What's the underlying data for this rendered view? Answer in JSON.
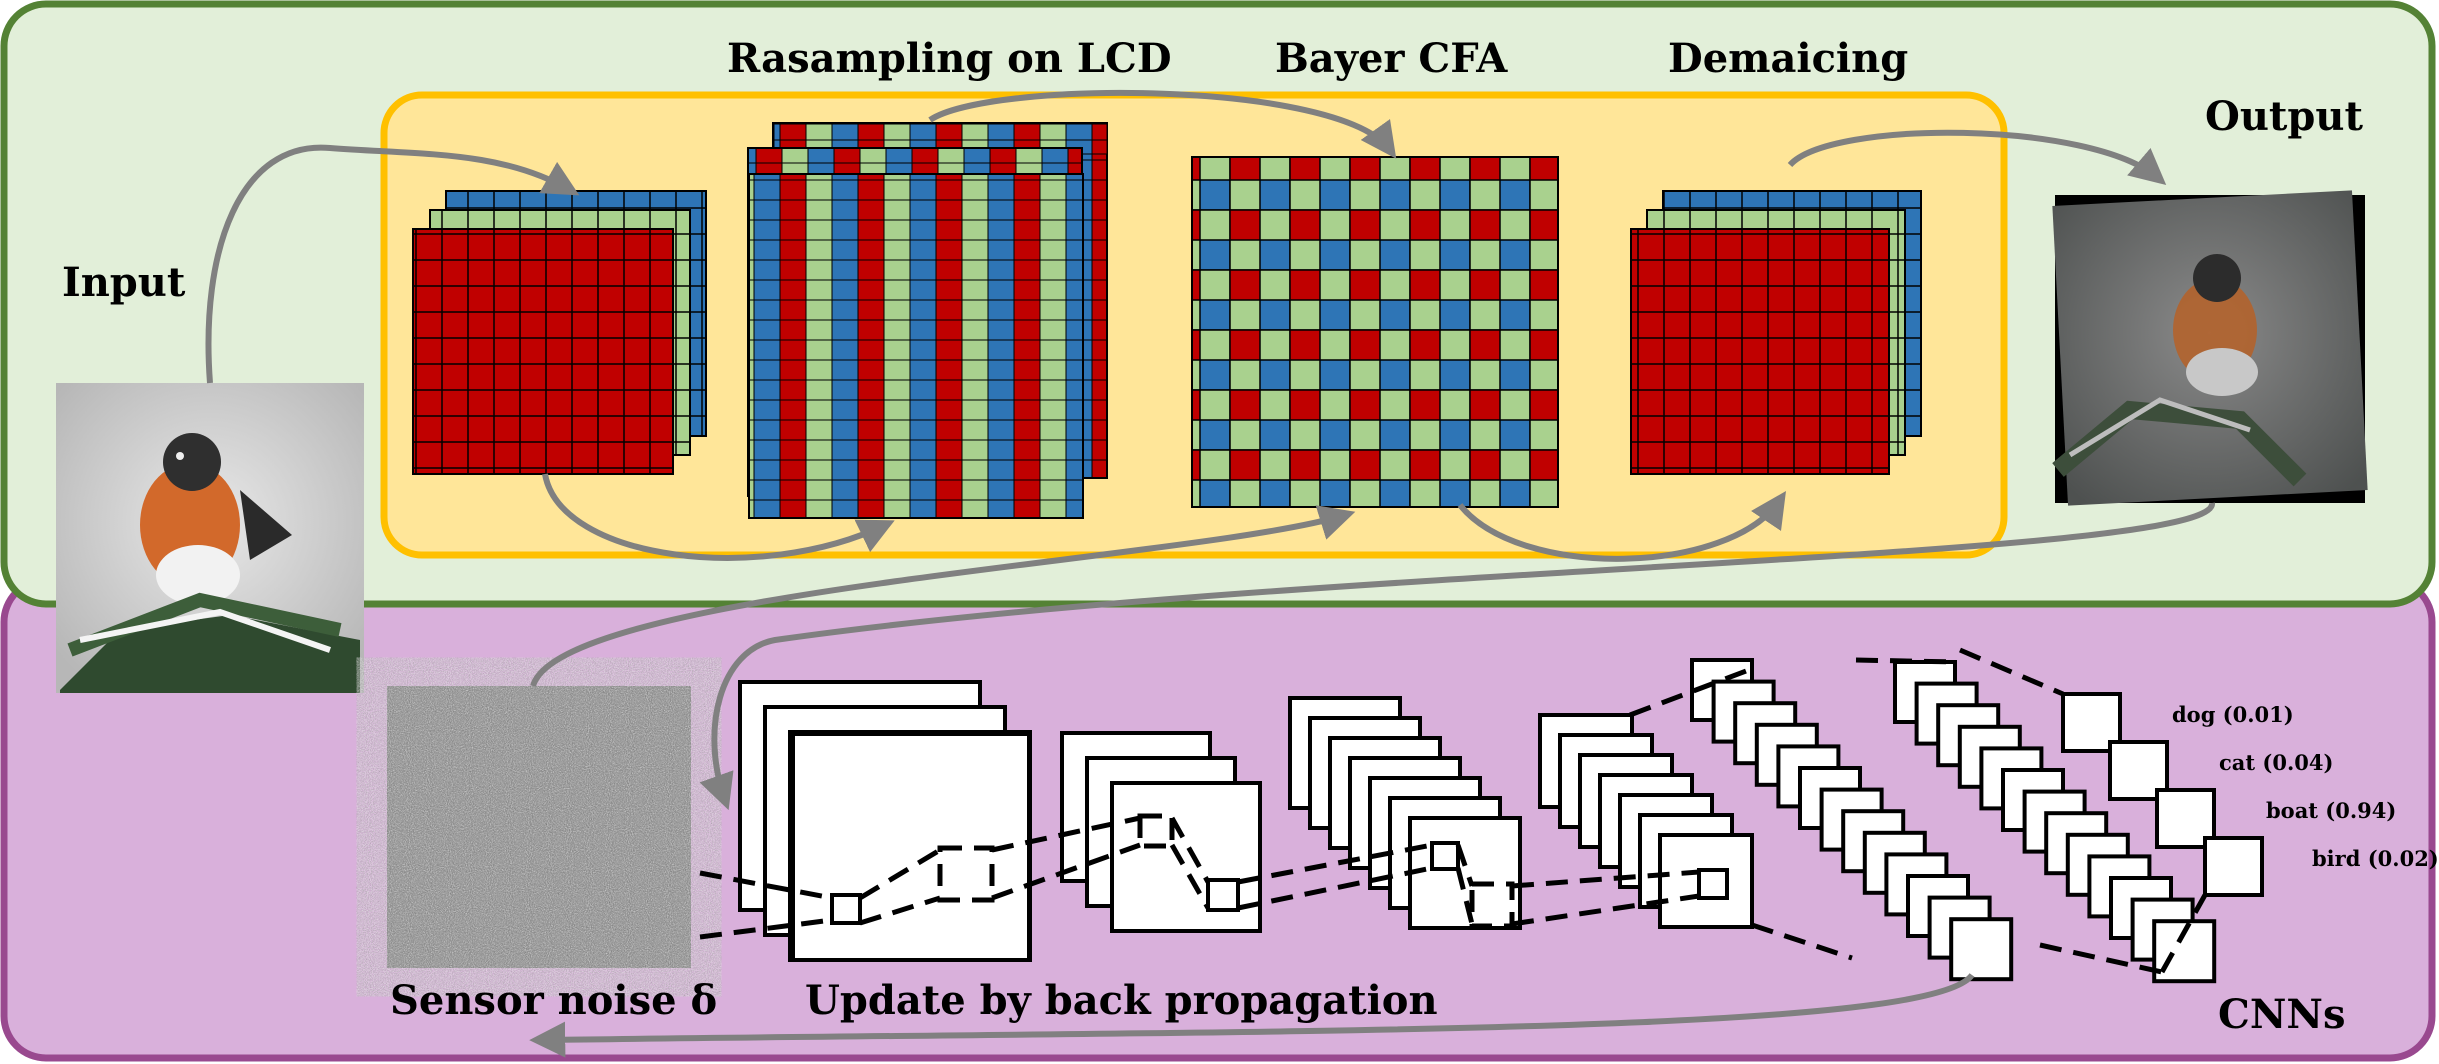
{
  "labels": {
    "input": "Input",
    "output": "Output",
    "resampling": "Rasampling on LCD",
    "bayer": "Bayer CFA",
    "demosaicing": "Demaicing",
    "sensor_noise": "Sensor noise δ",
    "backprop": "Update by back propagation",
    "cnns": "CNNs"
  },
  "predictions": [
    {
      "text": "dog (0.01)"
    },
    {
      "text": "cat (0.04)"
    },
    {
      "text": "boat (0.94)"
    },
    {
      "text": "bird (0.02)"
    }
  ],
  "colors": {
    "top_panel_fill": "#e2efd9",
    "top_panel_border": "#548235",
    "isp_panel_fill": "#ffe699",
    "isp_panel_border": "#ffc000",
    "bottom_panel_fill": "#d9b0db",
    "bottom_panel_border": "#99498f",
    "red": "#c00000",
    "green": "#a9d18e",
    "blue": "#2e75b6",
    "arrow": "#808080"
  },
  "icons": [
    "bird-photo",
    "output-bird-photo",
    "sensor-noise-image"
  ]
}
